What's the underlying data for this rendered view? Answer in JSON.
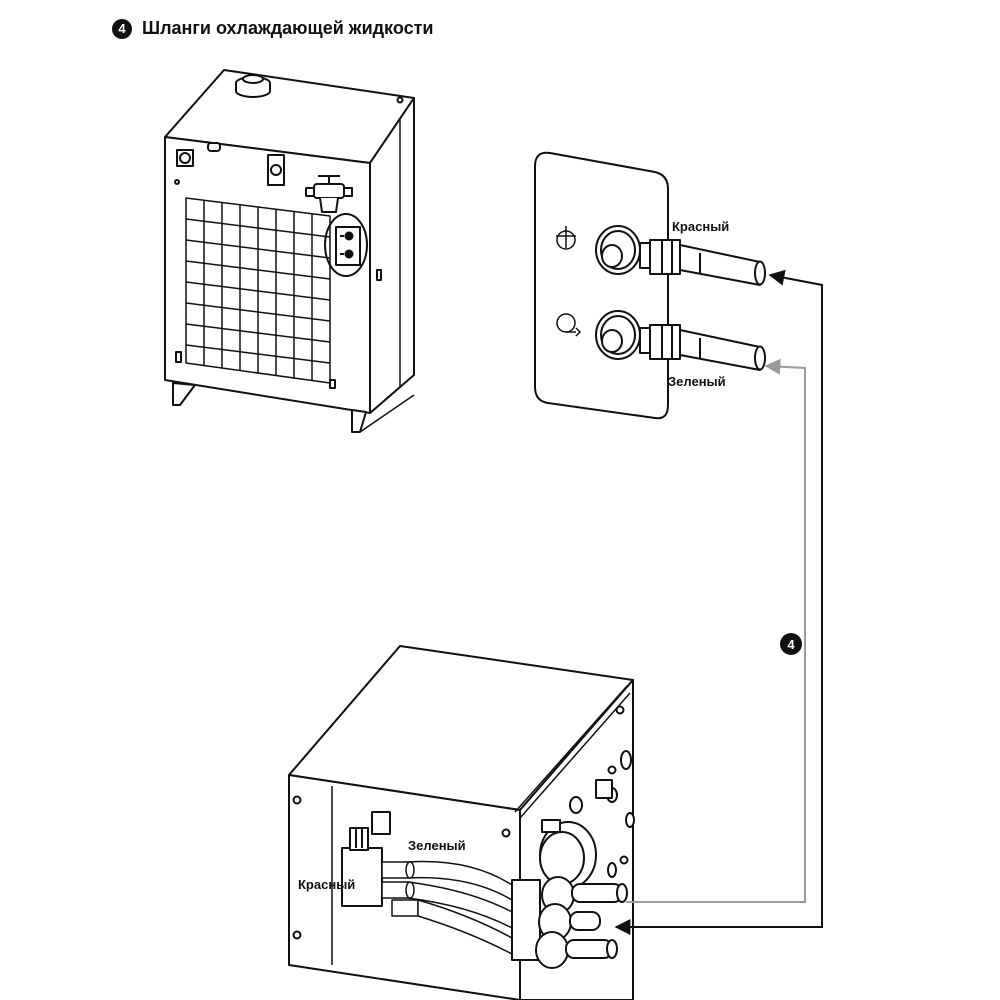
{
  "heading": {
    "step_number": "4",
    "text": "Шланги охлаждающей жидкости"
  },
  "panel_labels": {
    "red": "Красный",
    "green": "Зеленый"
  },
  "unit_labels": {
    "green": "Зеленый",
    "red": "Красный"
  },
  "route_badge": "4",
  "colors": {
    "red_hose_line": "#111111",
    "green_hose_line": "#9a9a9a",
    "outline": "#111111"
  }
}
